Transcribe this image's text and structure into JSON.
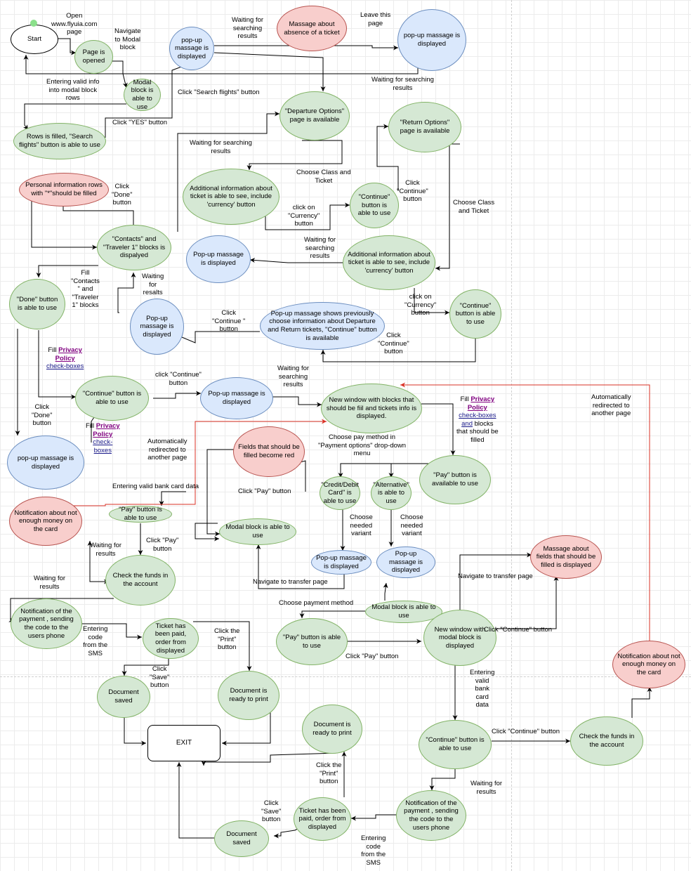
{
  "nodes": {
    "start": "Start",
    "page_opened": "Page is opened",
    "modal_block": "Modal block is able to use",
    "rows_filled": "Rows is filled, \"Search flights\" button is able to use",
    "popup1": "pop-up massage is displayed",
    "massage_absence": "Massage about absence of a ticket",
    "popup_top_right": "pop-up massage is displayed",
    "departure_options": "\"Departure Options\" page is available",
    "return_options": "\"Return Options\" page is available",
    "additional_info1": "Additional information about ticket is able to see, include 'currency' button",
    "continue1": "\"Continue\" button is able to use",
    "personal_info": "Personal information rows with \"*\"should be filled",
    "contacts_blocks": "\"Contacts\" and \"Traveler 1\" blocks is dispalyed",
    "popup2": "Pop-up  massage is displayed",
    "additional_info2": "Additional information about ticket is able to see, include 'currency' button",
    "done_button": "\"Done\" button is able to use",
    "popup3": "Pop-up massage is displayed",
    "popup_previously": "Pop-up massage shows previously choose information about Departure and Return tickets, \"Continue\" button is available",
    "continue2": "\"Continue\" button is able to use",
    "continue3": "\"Continue\" button is able to use",
    "popup4": "Pop-up massage is displayed",
    "new_window": "New window with blocks that should be fiil and tickets info is displayed.",
    "popup5": "pop-up massage is displayed",
    "fields_red": "Fields that should be filled become red",
    "pay_available": "\"Pay\" button is available to use",
    "credit_debit": "\"Credit/Debit Card\" is able to use",
    "alternative": "\"Alternative\" is able to use",
    "notification_money1": "Notification about not enough money on the card",
    "pay_able1": "\"Pay\" button is able to use",
    "modal_block2": "Modal block is able to use",
    "check_funds1": "Check the funds in the account",
    "popup6": "Pop-up massage is displayed",
    "popup7": "Pop-up massage is displayed",
    "massage_fields": "Massage about fields that should be filled is displayed",
    "modal_block3": "Modal block is able to use",
    "notification_payment1": "Notification of the payment , sending the code to the users phone",
    "ticket_paid1": "Ticket has been paid, order from displayed",
    "pay_able2": "\"Pay\" button is able to use",
    "new_window_modal": "New window with modal block is displayed",
    "notification_money2": "Notification about not enough money on the card",
    "document_saved1": "Document saved",
    "document_print1": "Document is ready to print",
    "exit": "EXIT",
    "document_print2": "Document is ready to print",
    "continue4": "\"Continue\" button is able to use",
    "check_funds2": "Check the funds in the account",
    "notification_payment2": "Notification of the payment , sending the code to the users phone",
    "ticket_paid2": "Ticket has been paid, order from displayed",
    "document_saved2": "Document saved"
  },
  "edge_labels": {
    "open_site": "Open\nwww.flyuia.com\npage",
    "navigate_modal": "Navigate\nto Modal\nblock",
    "entering_valid": "Entering valid info\ninto modal block\nrows",
    "click_yes": "Click \"YES\" button",
    "click_search": "Click \"Search flights\" button",
    "waiting1": "Waiting for\nsearching\nresults",
    "leave_page": "Leave this\npage",
    "waiting2": "Waiting for searching\nresults",
    "waiting3": "Waiting for searching\nresults",
    "choose_class1": "Choose Class and\nTicket",
    "click_currency1": "click on\n\"Currency\"\nbutton",
    "click_continue1": "Click\n\"Continue\"\nbutton",
    "choose_class2": "Choose Class\nand Ticket",
    "click_done1": "Click\n\"Done\"\nbutton",
    "waiting4": "Waiting for\nsearching\nresults",
    "fill_contacts": "Fill\n\"Contacts\n\" and\n\"Traveler\n1\" blocks",
    "waiting5": "Waiting\nfor\nresalts",
    "click_continue2": "Click\n\"Continue \"\nbutton",
    "click_currency2": "click on\n\"Currency\"\nbutton",
    "click_continue3": "Click\n\"Continue\"\nbutton",
    "fill_privacy1_a": "Fill",
    "fill_privacy1_b": "Privacy\nPolicy",
    "fill_privacy1_c": "check-boxes",
    "click_continue4": "click \"Continue\"\nbutton",
    "waiting6": "Waiting for\nsearching\nresults",
    "auto_redirect1": "Automatically\nredirected to\nanother page",
    "click_done2": "Click\n\"Done\"\nbutton",
    "fill_privacy2_a": "Fill",
    "fill_privacy2_b": "Privacy\nPolicy",
    "fill_privacy2_c": "check-\nboxes",
    "auto_redirect2": "Automatically\nredirected to\nanother page",
    "fill_privacy3_a": "Fill",
    "fill_privacy3_b": "Privacy\nPolicy",
    "fill_privacy3_c": "check-boxes\nand",
    "fill_privacy3_d": "blocks\nthat should be\nfilled",
    "choose_pay_method": "Choose pay method in\n\"Payment options\" drop-down\nmenu",
    "entering_bank": "Entering valid bank card data",
    "click_pay1": "Click \"Pay\" button",
    "choose_variant1": "Choose\nneeded\nvariant",
    "choose_variant2": "Choose\nneeded\nvariant",
    "waiting7": "Waiting for\nresults",
    "click_pay2": "Click \"Pay\"\nbutton",
    "waiting8": "Waiting for\nresults",
    "navigate_transfer1": "Navigate to transfer page",
    "navigate_transfer2": "Navigate to transfer page",
    "choose_payment": "Choose payment method",
    "entering_code1": "Entering\ncode\nfrom the\nSMS",
    "click_print1": "Click the\n\"Print\"\nbutton",
    "click_save1": "Click\n\"Save\"\nbutton",
    "click_pay3": "Click \"Pay\" button",
    "click_continue5": "Click \"Continue\" button",
    "entering_bank2": "Entering\nvalid\nbank\ncard\ndata",
    "click_continue6": "Click \"Continue\" button",
    "waiting9": "Waiting for\nresults",
    "click_print2": "Click the\n\"Print\"\nbutton",
    "click_save2": "Click\n\"Save\"\nbutton",
    "entering_code2": "Entering\ncode\nfrom the\nSMS"
  },
  "colors": {
    "green_fill": "#d5e8d4",
    "green_stroke": "#82b366",
    "blue_fill": "#dae8fc",
    "blue_stroke": "#6c8ebf",
    "red_fill": "#f8cecc",
    "red_stroke": "#b85450",
    "edge": "#000000",
    "edge_red": "#d93025"
  }
}
